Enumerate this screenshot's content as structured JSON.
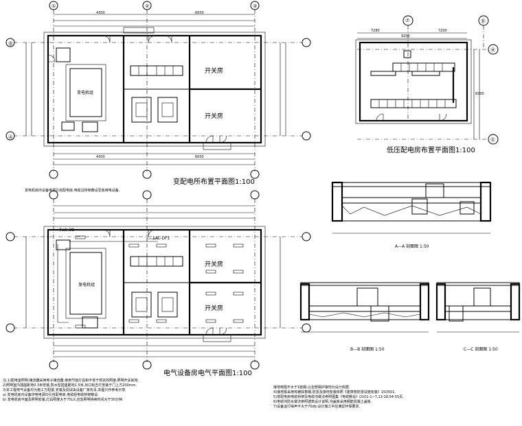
{
  "plan1": {
    "title": "变配电所布置平面图",
    "scale": "1:100",
    "axes_top": [
      "①",
      "②",
      "③"
    ],
    "axes_side": [
      "Ⓑ",
      "Ⓐ"
    ],
    "rooms": [
      "开关房",
      "开关房",
      "变电机组"
    ],
    "dims_top": [
      "4300",
      "6000"
    ],
    "dims_bottom": [
      "4300",
      "6000"
    ]
  },
  "plan2": {
    "title": "电气设备房电气平面图",
    "scale": "1:100",
    "rooms": [
      "开关房",
      "开关房",
      "发电机组"
    ],
    "tags": [
      "7wk-38",
      "1AL-DF1"
    ]
  },
  "plan3": {
    "title": "低压配电房布置平面图",
    "scale": "1:100",
    "axes": [
      "⑦",
      "Ⓑ",
      "Ⓗ",
      "Ⓖ"
    ],
    "dims": [
      "7280",
      "7200",
      "9200",
      "8200"
    ]
  },
  "sections": {
    "aa": "A—A   剖面图   1:50",
    "bb": "B—B   剖面图   1:50",
    "cc": "C—C   剖面图   1:50"
  },
  "notes_left": [
    "注:1)配电室照明:镇流器采用电子镇流器,使用节能灯具和不低于规定的照度,照明开关就地.",
    "2)照明室内插座距地0.3米安装,防水型插座距地1.5米,出口标志灯安装于门上方200mm.",
    "3)本工程电气设备均为施工方配置,安装及调试由设备厂家负责,本图只作参考示意.",
    "a) 发电机房内设备供电电源均引自配电房,电缆经电缆桥架敷设.",
    "b) 发电机房平面及照明安装,灯具照度大于75LX,应急照明持续时间大于30分钟."
  ],
  "notes_right": [
    "接地电阻不大于1欧姆,以全部保护接地为设计依据.",
    "4)接地极采用热镀锌角钢,防雷及接地安装依照《建筑物防雷设施安装》15D501.",
    "5)变配电房电缆桥架及电缆沟做法参照图集《电缆敷设》D101-1~7,13-18,54-55页.",
    "6)电缆沟防水做法参照建筑设计说明,沟盖板采用钢筋混凝土盖板.",
    "7)设备运行噪声不大于70db,设计施工中应满足环保要求."
  ],
  "plan2_note": "发电机房内设备电源引自配电房,电缆沿桥架敷设至各用电设备."
}
